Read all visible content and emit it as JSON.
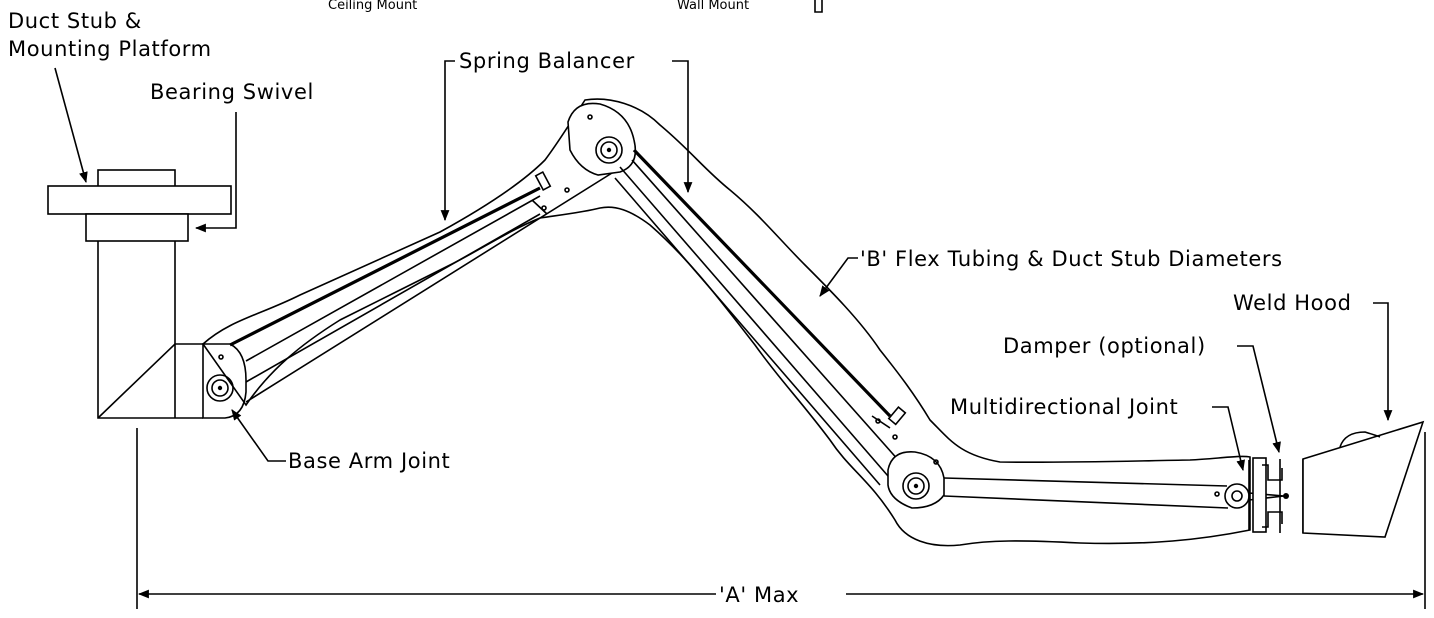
{
  "header": {
    "ceiling_mount": "Ceiling Mount",
    "wall_mount": "Wall Mount"
  },
  "labels": {
    "duct_stub_line1": "Duct Stub &",
    "duct_stub_line2": "Mounting Platform",
    "bearing_swivel": "Bearing Swivel",
    "spring_balancer": "Spring Balancer",
    "flex_tubing": "'B' Flex Tubing & Duct Stub Diameters",
    "weld_hood": "Weld Hood",
    "damper": "Damper (optional)",
    "multidirectional_joint": "Multidirectional Joint",
    "base_arm_joint": "Base Arm Joint",
    "a_max": "'A' Max"
  }
}
